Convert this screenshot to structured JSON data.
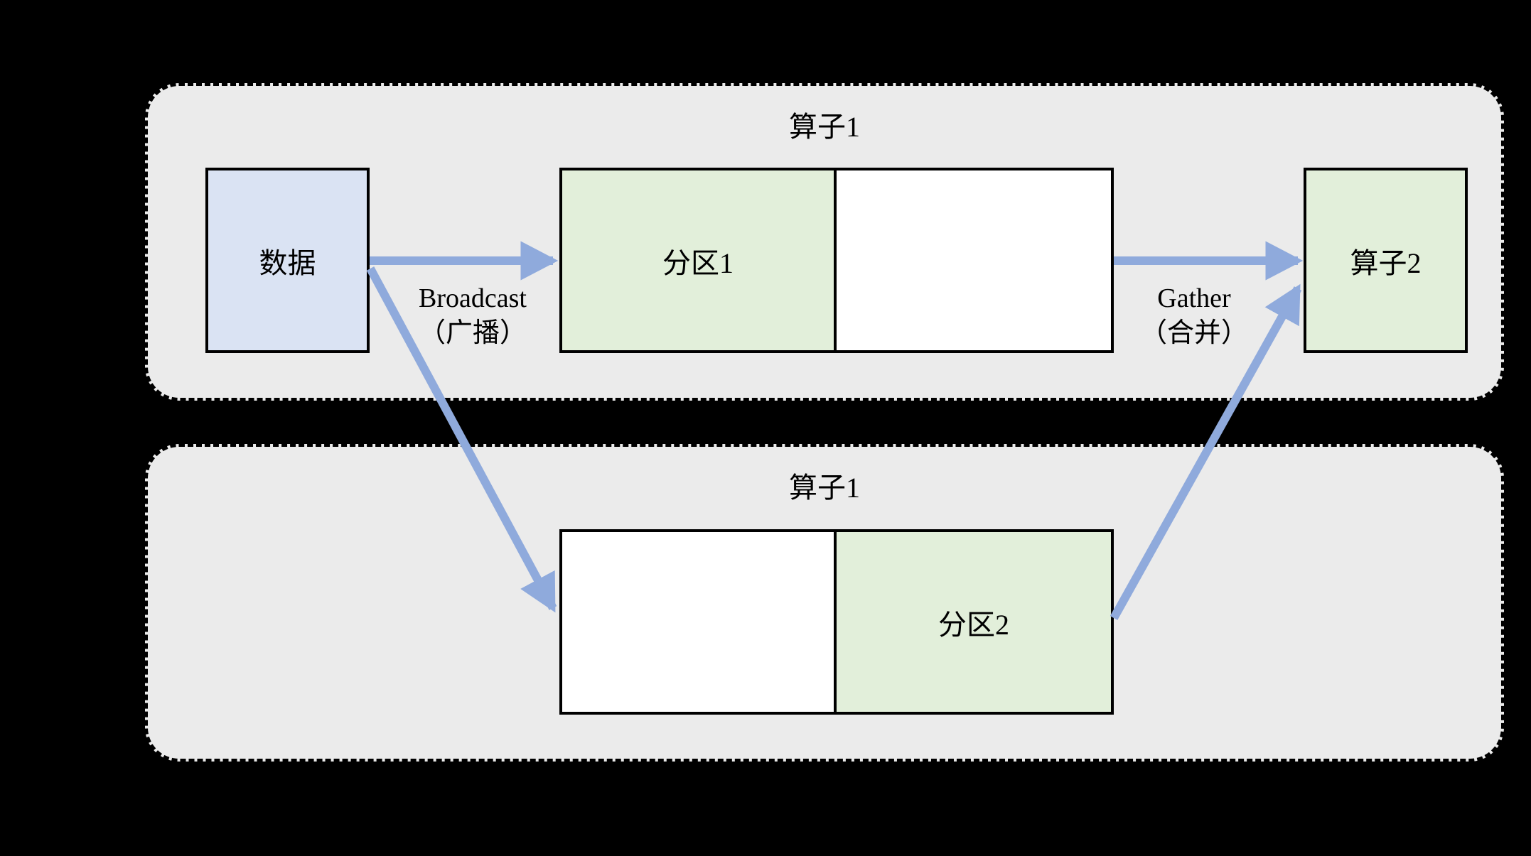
{
  "diagram": {
    "top_group": {
      "label": "算子1"
    },
    "bottom_group": {
      "label": "算子1"
    },
    "nodes": {
      "data": {
        "label": "数据"
      },
      "partition1": {
        "label": "分区1"
      },
      "operator2": {
        "label": "算子2"
      },
      "partition2": {
        "label": "分区2"
      }
    },
    "edges": {
      "broadcast": {
        "label_line1": "Broadcast",
        "label_line2": "（广播）"
      },
      "gather": {
        "label_line1": "Gather",
        "label_line2": "（合并）"
      }
    },
    "colors": {
      "background": "#000000",
      "group_fill": "#ebebeb",
      "group_border": "#000000",
      "data_fill": "#dae3f3",
      "partition_fill": "#e2efda",
      "empty_fill": "#ffffff",
      "box_border": "#000000",
      "arrow": "#8faadc",
      "text": "#000000"
    }
  }
}
